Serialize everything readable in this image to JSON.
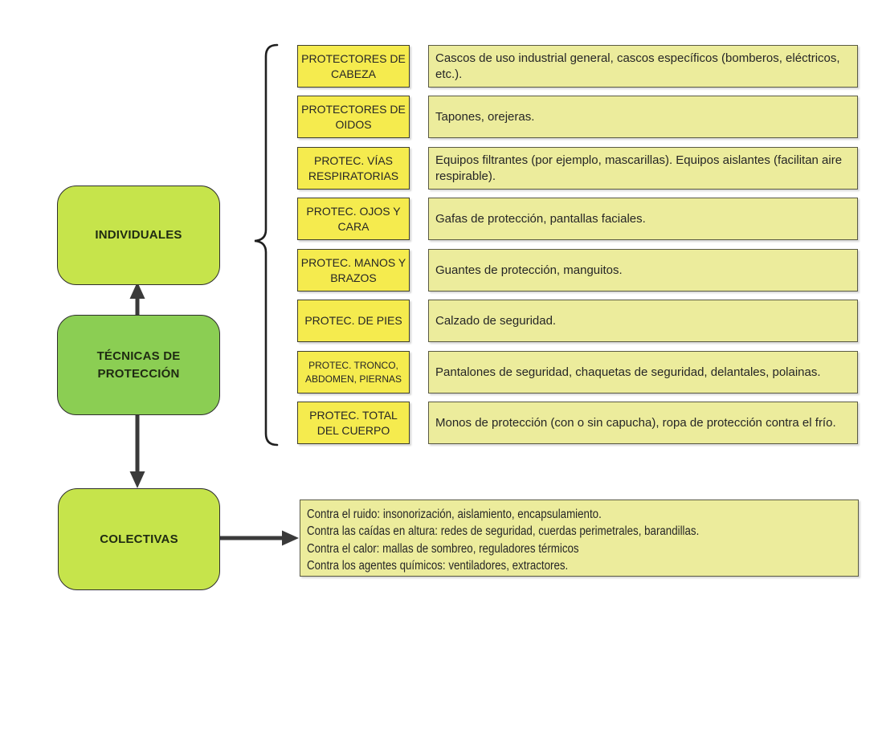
{
  "palette": {
    "branch_fill": "#c6e44b",
    "root_fill": "#8bce53",
    "label_fill": "#f5eb4e",
    "description_fill": "#ecec9c",
    "connector_color": "#3a3a3a",
    "border_color": "#2e2e2e"
  },
  "root": {
    "label": "TÉCNICAS DE PROTECCIÓN"
  },
  "branches": {
    "individuales": {
      "label": "INDIVIDUALES"
    },
    "colectivas": {
      "label": "COLECTIVAS"
    }
  },
  "rows": [
    {
      "label": "PROTECTORES DE CABEZA",
      "description": "Cascos de uso industrial general, cascos específicos (bomberos, eléctricos, etc.)."
    },
    {
      "label": "PROTECTORES DE OIDOS",
      "description": "Tapones, orejeras."
    },
    {
      "label": "PROTEC. VÍAS RESPIRATORIAS",
      "description": "Equipos filtrantes (por ejemplo, mascarillas). Equipos aislantes (facilitan aire respirable)."
    },
    {
      "label": "PROTEC. OJOS Y CARA",
      "description": "Gafas de protección, pantallas faciales."
    },
    {
      "label": "PROTEC. MANOS Y BRAZOS",
      "description": "Guantes de protección, manguitos."
    },
    {
      "label": "PROTEC. DE PIES",
      "description": "Calzado de seguridad."
    },
    {
      "label": "PROTEC. TRONCO, ABDOMEN, PIERNAS",
      "description": "Pantalones de seguridad, chaquetas de seguridad, delantales, polainas."
    },
    {
      "label": "PROTEC. TOTAL DEL CUERPO",
      "description": "Monos de protección (con o sin capucha), ropa de protección contra el frío."
    }
  ],
  "collective_box": {
    "lines": [
      "Contra el ruido: insonorización, aislamiento, encapsulamiento.",
      "Contra las caídas en altura: redes de seguridad, cuerdas perimetrales, barandillas.",
      "Contra el calor: mallas de sombreo, reguladores térmicos",
      "Contra los agentes químicos: ventiladores, extractores."
    ]
  }
}
